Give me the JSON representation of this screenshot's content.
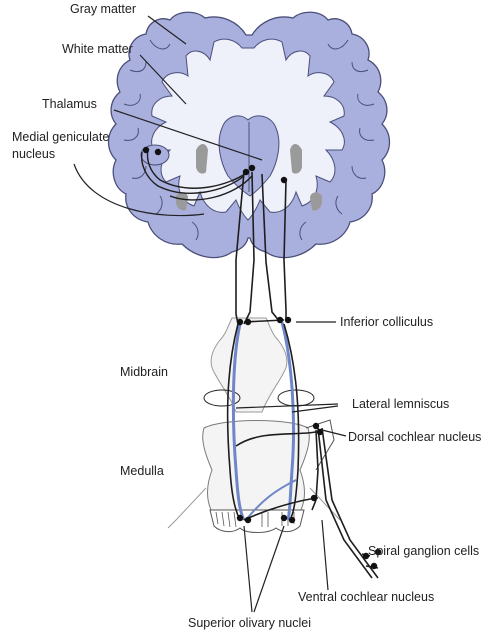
{
  "labels": {
    "gray_matter": "Gray matter",
    "white_matter": "White matter",
    "thalamus": "Thalamus",
    "medial_geniculate_line1": "Medial geniculate",
    "medial_geniculate_line2": "nucleus",
    "inferior_colliculus": "Inferior colliculus",
    "midbrain": "Midbrain",
    "lateral_lemniscus": "Lateral lemniscus",
    "dorsal_cochlear_nucleus": "Dorsal cochlear nucleus",
    "medulla": "Medulla",
    "spiral_ganglion_cells": "Spiral ganglion cells",
    "ventral_cochlear_nucleus": "Ventral cochlear nucleus",
    "superior_olivary_nuclei": "Superior olivary nuclei"
  },
  "colors": {
    "gray_matter": "#aab0de",
    "gray_matter_stroke": "#4a4f7a",
    "white_matter": "#eef0fa",
    "ventricle": "#9a9a9a",
    "pathway": "#1e1e1e",
    "pathway_blue": "#6f86c8",
    "brainstem": "#f4f4f4"
  }
}
